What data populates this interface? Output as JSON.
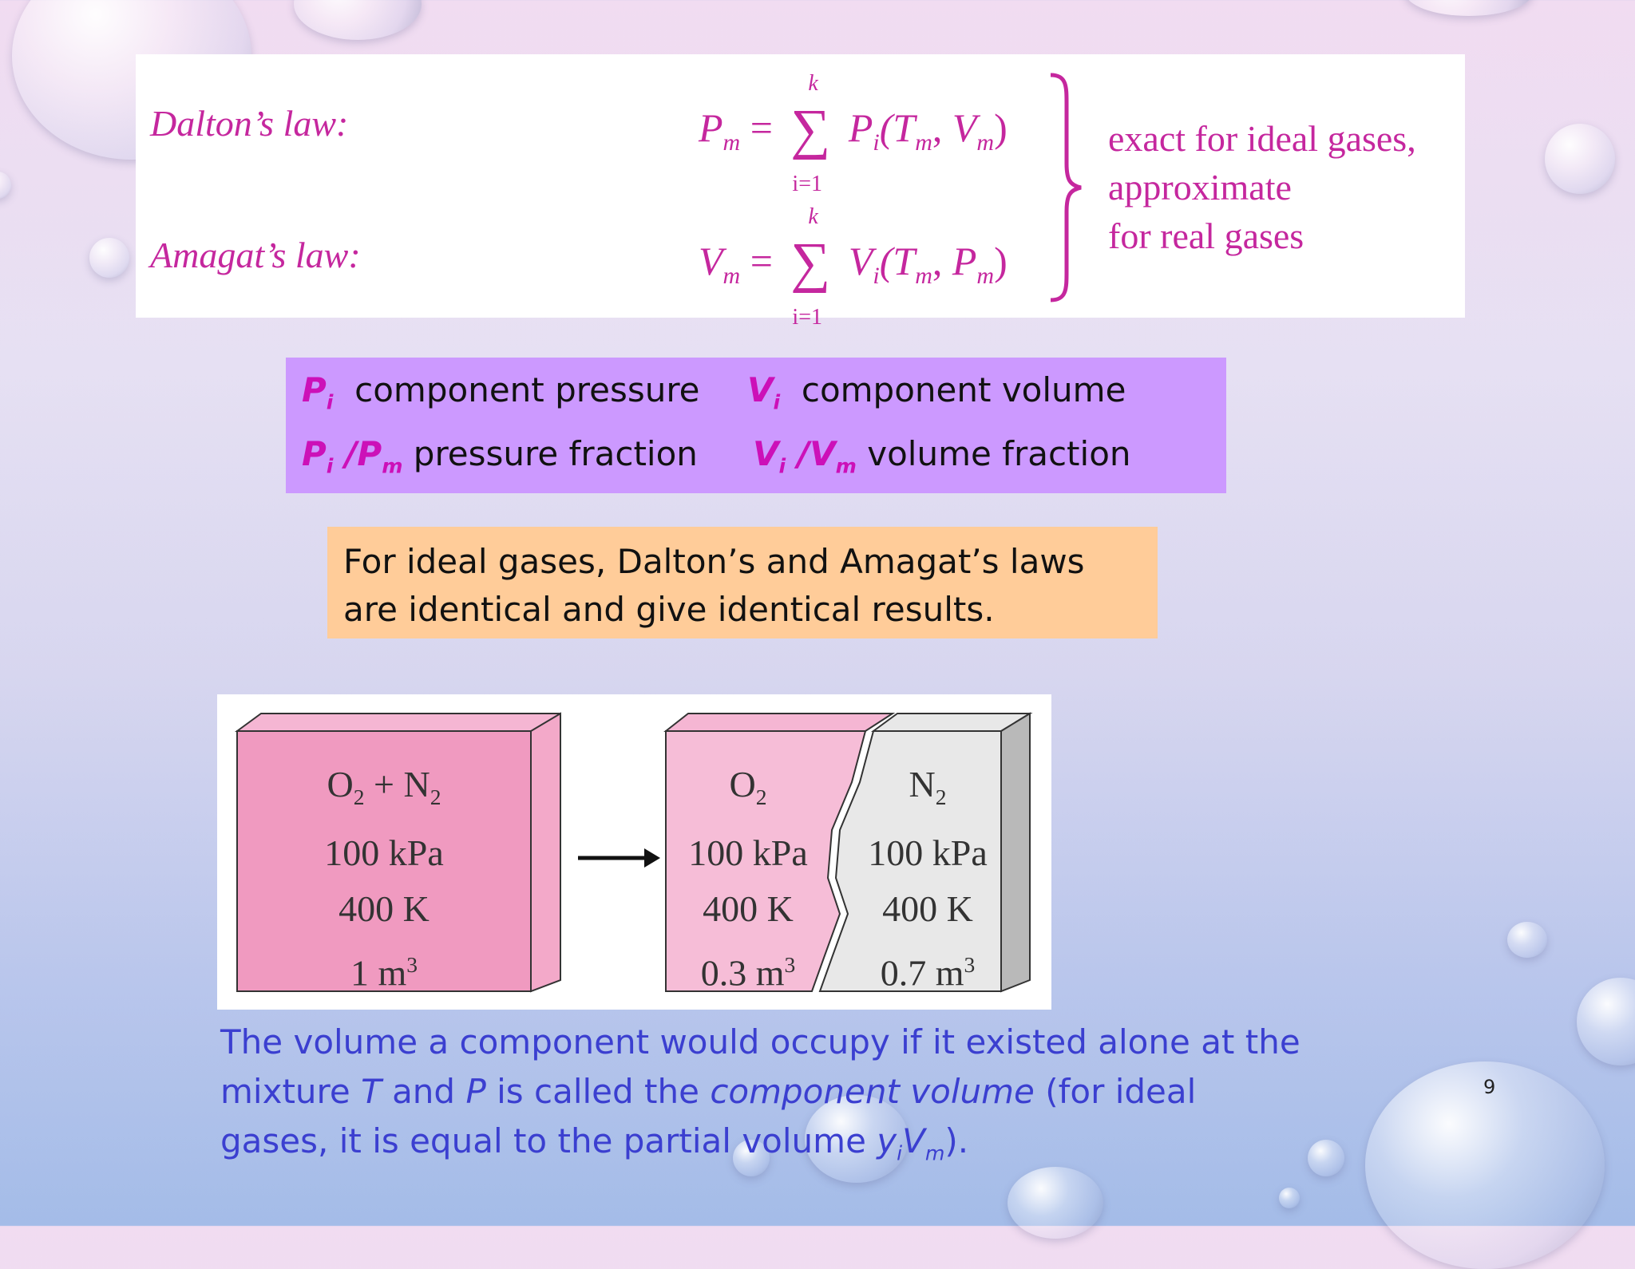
{
  "slide": {
    "page_number": "9",
    "laws": {
      "dalton_label": "Dalton’s law:",
      "amagat_label": "Amagat’s law:",
      "dalton_eq": {
        "lhs": "P",
        "lhs_sub": "m",
        "sum_top": "k",
        "sum_bottom": "i=1",
        "term": "P",
        "term_sub": "i",
        "args": "(T",
        "arg1_sub": "m",
        "sep": ", ",
        "arg2": "V",
        "arg2_sub": "m",
        "close": ")"
      },
      "amagat_eq": {
        "lhs": "V",
        "lhs_sub": "m",
        "sum_top": "k",
        "sum_bottom": "i=1",
        "term": "V",
        "term_sub": "i",
        "args": "(T",
        "arg1_sub": "m",
        "sep": ", ",
        "arg2": "P",
        "arg2_sub": "m",
        "close": ")"
      },
      "note_lines": [
        "exact for ideal gases,",
        "approximate",
        "for real gases"
      ]
    },
    "definitions": {
      "pi_sym": "P",
      "pi_sub": "i",
      "pi_text": "component pressure",
      "vi_sym": "V",
      "vi_sub": "i",
      "vi_text": "component volume",
      "pf_sym1": "P",
      "pf_sub1": "i",
      "pf_slash": " /P",
      "pf_sub2": "m",
      "pf_text": "pressure fraction",
      "vf_sym1": "V",
      "vf_sub1": "i",
      "vf_slash": " /V",
      "vf_sub2": "m",
      "vf_text": "volume fraction"
    },
    "identity_text": "For ideal gases, Dalton’s and Amagat’s laws are identical and give identical results.",
    "diagram": {
      "mixture": {
        "name_a": "O",
        "name_a_sub": "2",
        "plus": " + N",
        "name_b_sub": "2",
        "pressure": "100 kPa",
        "temperature": "400 K",
        "volume": "1 m",
        "volume_sup": "3"
      },
      "o2": {
        "name": "O",
        "name_sub": "2",
        "pressure": "100 kPa",
        "temperature": "400 K",
        "volume": "0.3 m",
        "volume_sup": "3"
      },
      "n2": {
        "name": "N",
        "name_sub": "2",
        "pressure": "100 kPa",
        "temperature": "400 K",
        "volume": "0.7 m",
        "volume_sup": "3"
      }
    },
    "caption": {
      "part1": "The volume a component would occupy if it existed alone at the mixture ",
      "t": "T",
      "and": " and ",
      "p": "P",
      "part2": " is called the ",
      "component_volume": "component volume",
      "part3": " (for ideal gases, it is equal to the partial volume ",
      "y": "y",
      "y_sub": "i",
      "v": "V",
      "v_sub": "m",
      "end": ")."
    },
    "colors": {
      "laws_text": "#c5279e",
      "definitions_bg": "#cc99ff",
      "identity_bg": "#ffcc99",
      "caption_text": "#3b3fd0",
      "mixture_block": "#f09ac0",
      "n2_block": "#e8e8e8"
    }
  }
}
